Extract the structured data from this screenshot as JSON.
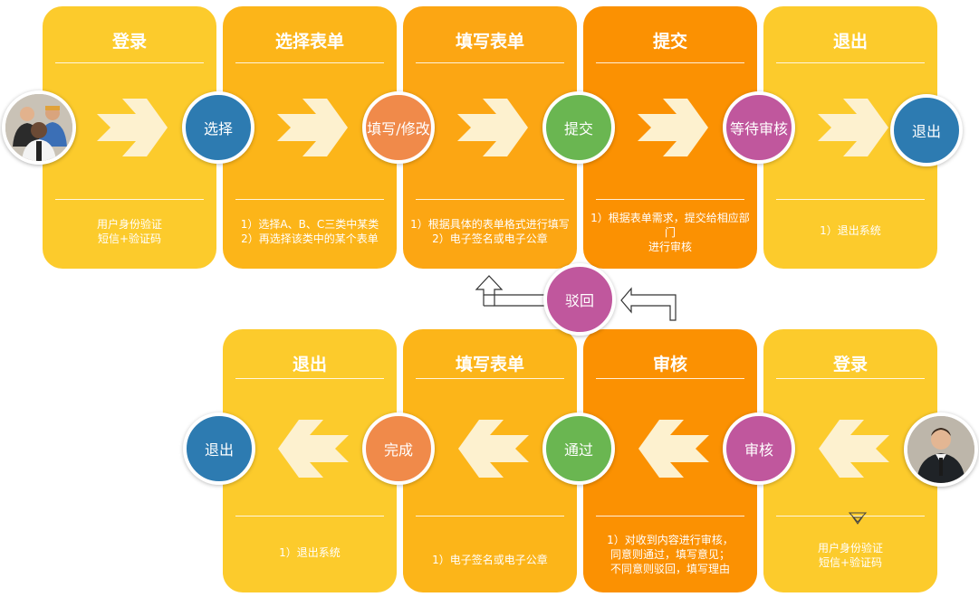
{
  "palette": {
    "card_yellow": "#fccb2c",
    "card_amber": "#fcb519",
    "card_orange": "#fca613",
    "card_deep": "#fb9102",
    "circle_blue": "#2d7bb1",
    "circle_orange": "#f08a4a",
    "circle_green": "#6ab651",
    "circle_magenta": "#c0579d",
    "arrow_cream": "#fdf1cf"
  },
  "top_row": [
    {
      "title": "登录",
      "desc": [
        "用户身份验证",
        "短信+验证码"
      ]
    },
    {
      "title": "选择表单",
      "desc": [
        "1）选择A、B、C三类中某类",
        "2）再选择该类中的某个表单"
      ]
    },
    {
      "title": "填写表单",
      "desc": [
        "1）根据具体的表单格式进行填写",
        "2）电子签名或电子公章"
      ]
    },
    {
      "title": "提交",
      "desc": [
        "1）根据表单需求，提交给相应部",
        "门",
        "进行审核"
      ]
    },
    {
      "title": "退出",
      "desc": [
        "1）退出系统"
      ]
    }
  ],
  "top_circles": [
    "选择",
    "填写/修改",
    "提交",
    "等待审核",
    "退出"
  ],
  "reject_label": "驳回",
  "bottom_row": [
    {
      "title": "退出",
      "desc": [
        "1）退出系统"
      ]
    },
    {
      "title": "填写表单",
      "desc": [
        "1）电子签名或电子公章"
      ]
    },
    {
      "title": "审核",
      "desc": [
        "1）对收到内容进行审核，",
        "同意则通过，填写意见；",
        "不同意则驳回，填写理由"
      ]
    },
    {
      "title": "登录",
      "desc": [
        "用户身份验证",
        "短信+验证码"
      ]
    }
  ],
  "bottom_circles": [
    "退出",
    "完成",
    "通过",
    "审核"
  ]
}
